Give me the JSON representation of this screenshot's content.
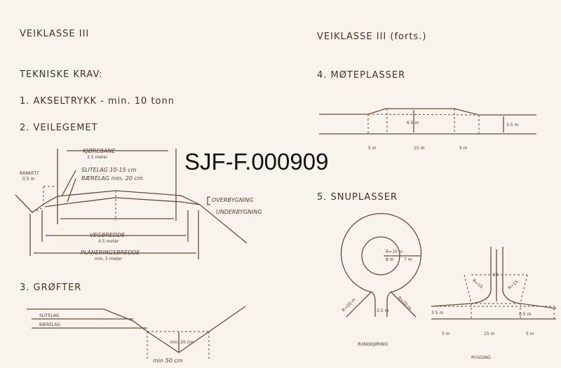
{
  "left": {
    "heading": "VEIKLASSE III",
    "subheading": "TEKNISKE KRAV:",
    "item1": "1. AKSELTRYKK - min. 10 tonn",
    "item2": "2. VEILEGEMET",
    "veilegemet": {
      "kjorebane": "KJØREBANE",
      "kjorebane_width": "3.5 meter",
      "bankett": "BANKETT",
      "bankett_width": "0.5 m",
      "slitelag": "SLITELAG 10-15 cm",
      "baerelag": "BÆRELAG min. 20 cm",
      "overbygning": "OVERBYGNING",
      "underbygning": "UNDERBYGNING",
      "vegbredde": "VEGBREDDE",
      "vegbredde_width": "4.5 meter",
      "planeringsbredde": "PLANERINGSBREDDE",
      "planeringsbredde_width": "min. 5 meter"
    },
    "item3": "3. GRØFTER",
    "grofter": {
      "slitelag": "SLITELAG",
      "baerelag": "BÆRELAG",
      "depth": "min. 20 cm",
      "width": "min 50 cm"
    }
  },
  "right": {
    "heading": "VEIKLASSE III (forts.)",
    "item4": "4. MØTEPLASSER",
    "moteplasser": {
      "wide": "6.5 m",
      "narrow": "3.5 m",
      "d1": "5 m",
      "d2": "15 m",
      "d3": "5 m"
    },
    "item5": "5. SNUPLASSER",
    "rundkjoring": {
      "label": "RUNDKJØRING",
      "r": "R=15 m",
      "inner": "8 m",
      "outer": "7 m",
      "r_left": "R=20 m",
      "r_right": "R=20 m",
      "neck": "3.5 m"
    },
    "rygging": {
      "label": "RYGGING",
      "depth": "20",
      "r_left": "R=15",
      "r_right": "R=15",
      "narrow": "3.5 m",
      "wide": "6.5 m",
      "d1": "5 m",
      "d2": "15 m",
      "d3": "5 m"
    }
  },
  "watermark": "SJF-F.000909"
}
